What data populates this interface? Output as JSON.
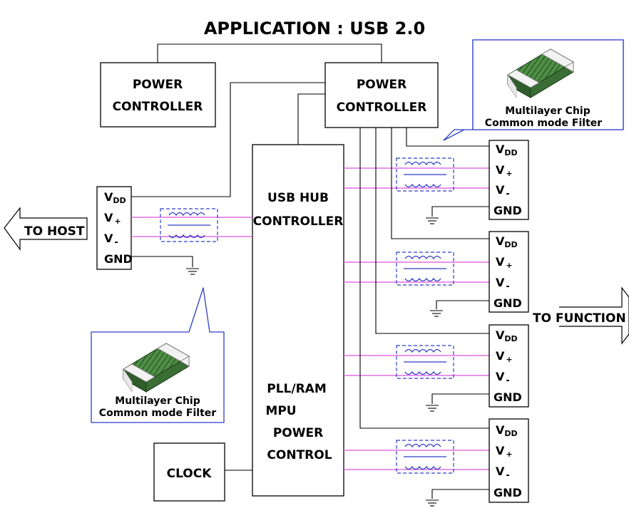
{
  "title": "APPLICATION : USB 2.0",
  "blocks": {
    "power_controller_left": [
      "POWER",
      "CONTROLLER"
    ],
    "power_controller_right": [
      "POWER",
      "CONTROLLER"
    ],
    "usb_hub_controller": [
      "USB HUB",
      "CONTROLLER"
    ],
    "pll_block": [
      "PLL/RAM",
      "MPU",
      "POWER",
      "CONTROL"
    ],
    "clock": "CLOCK"
  },
  "pins": {
    "vdd": "V",
    "vdd_sub": "DD",
    "vplus": "V",
    "vplus_sub": "+",
    "vminus": "V",
    "vminus_sub": "-",
    "gnd": "GND"
  },
  "arrows": {
    "to_host": "TO HOST",
    "to_function": "TO FUNCTION"
  },
  "callouts": {
    "line1": "Multilayer Chip",
    "line2": "Common mode Filter"
  },
  "colors": {
    "signal_line": "#e36fe3",
    "filter_outline": "#2f3fc7",
    "chip_body": "#3f7a3a"
  }
}
